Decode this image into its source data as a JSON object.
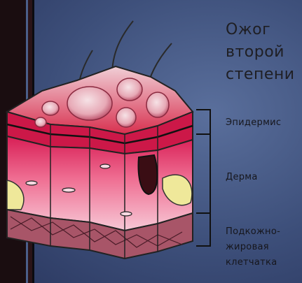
{
  "title_lines": [
    "Ожог",
    "второй",
    "степени"
  ],
  "labels": {
    "epidermis": "Эпидермис",
    "dermis": "Дерма",
    "subcutaneous_1": "Подкожно-",
    "subcutaneous_2": "жировая",
    "subcutaneous_3": "клетчатка"
  },
  "colors": {
    "background": "#4b5f8a",
    "epidermis": "#c8144a",
    "dermis": "#f2a8bf",
    "fat": "#f0e9a0",
    "subcutaneous": "#b06070"
  }
}
